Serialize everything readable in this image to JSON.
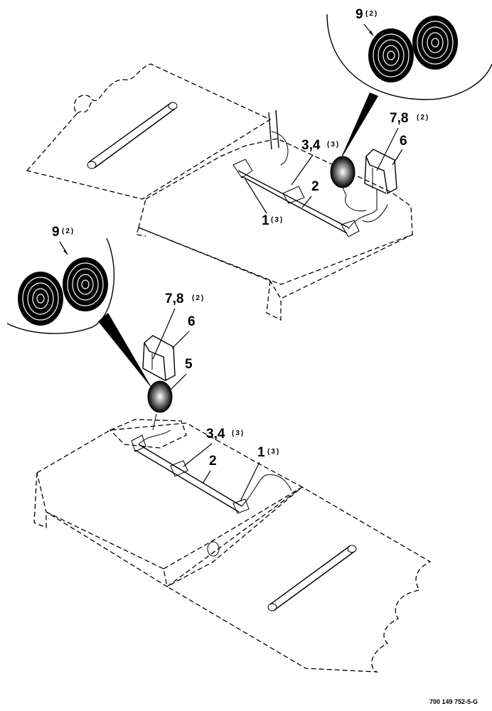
{
  "figure": {
    "top": {
      "callouts": [
        {
          "num": "9",
          "qty": "(2)"
        },
        {
          "num": "7,8",
          "qty": "(2)"
        },
        {
          "num": "6",
          "qty": ""
        },
        {
          "num": "3,4",
          "qty": "(3)"
        },
        {
          "num": "2",
          "qty": ""
        },
        {
          "num": "1",
          "qty": "(3)"
        }
      ]
    },
    "bottom": {
      "callouts": [
        {
          "num": "9",
          "qty": "(2)"
        },
        {
          "num": "7,8",
          "qty": "(2)"
        },
        {
          "num": "6",
          "qty": ""
        },
        {
          "num": "5",
          "qty": ""
        },
        {
          "num": "3,4",
          "qty": "(3)"
        },
        {
          "num": "2",
          "qty": ""
        },
        {
          "num": "1",
          "qty": "(3)"
        }
      ]
    },
    "drawing_code": "700 149 752-5-G"
  }
}
